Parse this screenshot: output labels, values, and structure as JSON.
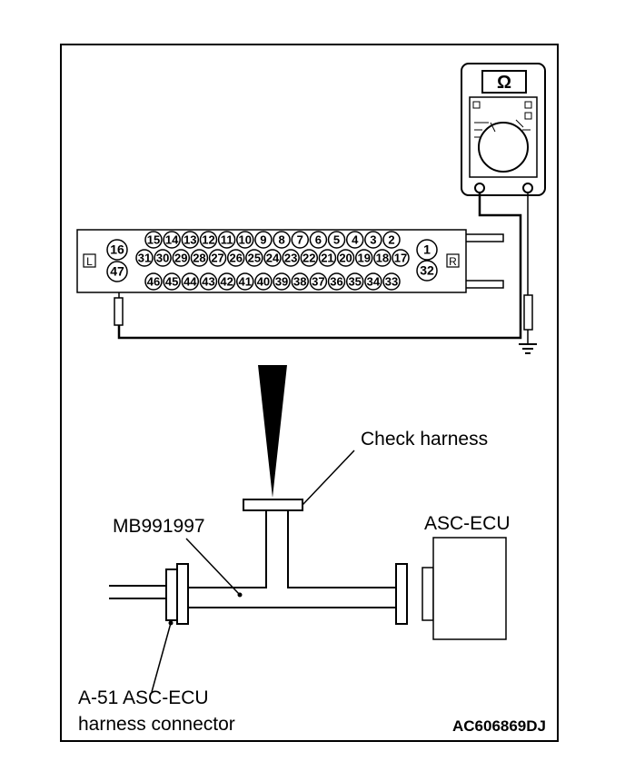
{
  "labels": {
    "check_harness": "Check harness",
    "mb_number": "MB991997",
    "ecu": "ASC-ECU",
    "connector_line1": "A-51 ASC-ECU",
    "connector_line2": "harness connector",
    "figure_code": "AC606869DJ"
  },
  "multimeter": {
    "symbol": "Ω"
  },
  "connector": {
    "left_mark": "L",
    "right_mark": "R",
    "top_row": [
      "15",
      "14",
      "13",
      "12",
      "11",
      "10",
      "9",
      "8",
      "7",
      "6",
      "5",
      "4",
      "3",
      "2"
    ],
    "middle_row": [
      "31",
      "30",
      "29",
      "28",
      "27",
      "26",
      "25",
      "24",
      "23",
      "22",
      "21",
      "20",
      "19",
      "18",
      "17"
    ],
    "bottom_row": [
      "46",
      "45",
      "44",
      "43",
      "42",
      "41",
      "40",
      "39",
      "38",
      "37",
      "36",
      "35",
      "34",
      "33"
    ],
    "left_top_pin": "16",
    "left_bottom_pin": "47",
    "right_top_pin": "1",
    "right_bottom_pin": "32"
  }
}
